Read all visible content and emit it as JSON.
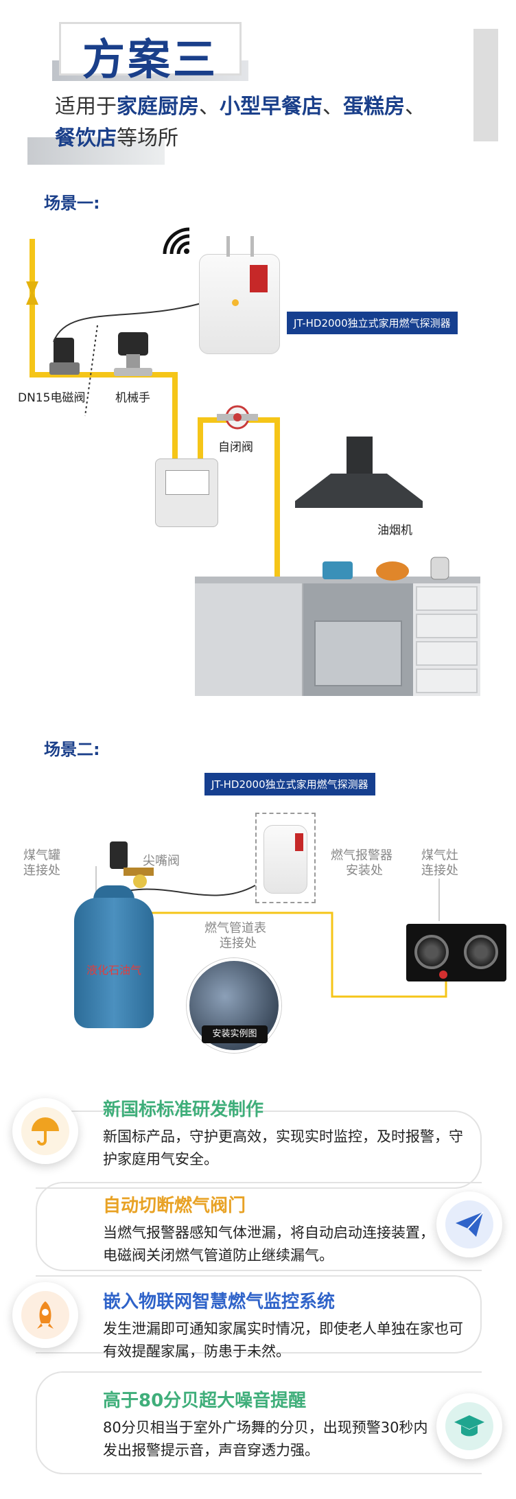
{
  "header": {
    "title": "方案三",
    "intro_prefix": "适用于",
    "intro_places": [
      "家庭厨房",
      "小型早餐店",
      "蛋糕房",
      "餐饮店"
    ],
    "intro_seps": [
      "、",
      "、",
      "、"
    ],
    "intro_suffix": "等场所"
  },
  "scene1": {
    "label": "场景一:",
    "device_tag": "JT-HD2000独立式家用燃气探测器",
    "labels": {
      "solenoid": "DN15电磁阀",
      "manipulator": "机械手",
      "self_close": "自闭阀",
      "hood": "油烟机"
    },
    "icons": [
      "wifi-icon"
    ]
  },
  "scene2": {
    "label": "场景二:",
    "device_tag": "JT-HD2000独立式家用燃气探测器",
    "labels": {
      "tank_conn_1": "煤气罐",
      "tank_conn_2": "连接处",
      "nozzle": "尖嘴阀",
      "pipe_meter_1": "燃气管道表",
      "pipe_meter_2": "连接处",
      "alarm_1": "燃气报警器",
      "alarm_2": "安装处",
      "stove_1": "煤气灶",
      "stove_2": "连接处",
      "tank_text": "液化石油气",
      "photo_tag": "安装实例图"
    }
  },
  "features": [
    {
      "title": "新国标标准研发制作",
      "body": "新国标产品，守护更高效，实现实时监控，及时报警，守护家庭用气安全。",
      "color": "#3fae7a",
      "icon": "umbrella-icon",
      "icon_color": "#f0a21f"
    },
    {
      "title": "自动切断燃气阀门",
      "body": "当燃气报警器感知气体泄漏，将自动启动连接装置，电磁阀关闭燃气管道防止继续漏气。",
      "color": "#e8a225",
      "icon": "paper-plane-icon",
      "icon_color": "#2f63c9"
    },
    {
      "title": "嵌入物联网智慧燃气监控系统",
      "body": "发生泄漏即可通知家属实时情况，即使老人单独在家也可有效提醒家属，防患于未然。",
      "color": "#2f63c9",
      "icon": "rocket-icon",
      "icon_color": "#f08a1f"
    },
    {
      "title": "高于80分贝超大噪音提醒",
      "body": "80分贝相当于室外广场舞的分贝，出现预警30秒内发出报警提示音，声音穿透力强。",
      "color": "#3fae7a",
      "icon": "graduation-cap-icon",
      "icon_color": "#1fa58f"
    }
  ]
}
